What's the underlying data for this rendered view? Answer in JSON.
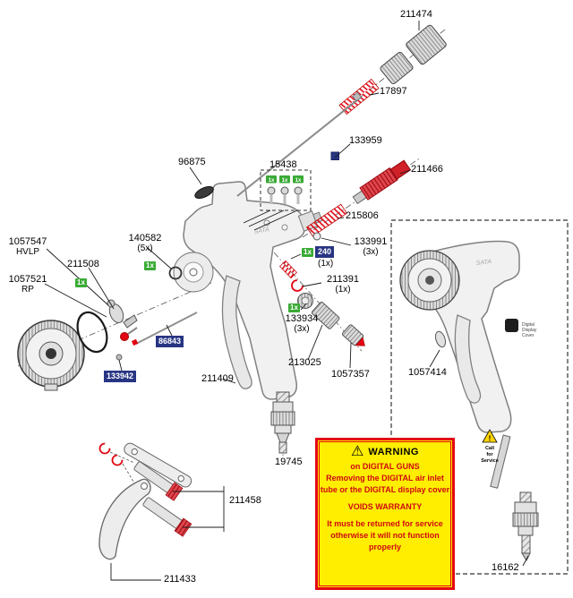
{
  "colors": {
    "accent_green": "#3aaa35",
    "accent_blue": "#283583",
    "accent_red": "#e30613",
    "warning_bg": "#ffee00",
    "warning_border": "#e30613"
  },
  "brand": "SATA",
  "badge": {
    "qty_one": "1x"
  },
  "icons": {
    "warning_triangle": "⚠"
  },
  "parts": {
    "n211474": "211474",
    "n17897": "17897",
    "n133959": "133959",
    "n211466": "211466",
    "n96875": "96875",
    "n15438": "15438",
    "n215806": "215806",
    "n133991": "133991",
    "q133991": "(3x)",
    "n240": "240",
    "q240": "(1x)",
    "n140582": "140582",
    "q140582": "(5x)",
    "n1057547": "1057547",
    "v_hvlp": "HVLP",
    "n211508": "211508",
    "n1057521": "1057521",
    "v_rp": "RP",
    "n86843": "86843",
    "n133942": "133942",
    "n211409": "211409",
    "n211391": "211391",
    "q211391": "(1x)",
    "n133934": "133934",
    "q133934": "(3x)",
    "n213025": "213025",
    "n1057357": "1057357",
    "n19745": "19745",
    "n211458": "211458",
    "n211433": "211433",
    "n1057414": "1057414",
    "n16162": "16162"
  },
  "warning": {
    "title": "WARNING",
    "lines": {
      "l1": "on DIGITAL GUNS",
      "l2": "Removing the DIGITAL air inlet",
      "l3": "tube or the DIGITAL display cover",
      "l4": "VOIDS WARRANTY",
      "l5": "It must be returned for service",
      "l6": "otherwise it will not function",
      "l7": "properly"
    }
  },
  "service_note": {
    "w1": "Call",
    "w2": "for",
    "w3": "Service",
    "exclaim": "!"
  },
  "display_note": {
    "w1": "Digital",
    "w2": "Display",
    "w3": "Cover"
  }
}
